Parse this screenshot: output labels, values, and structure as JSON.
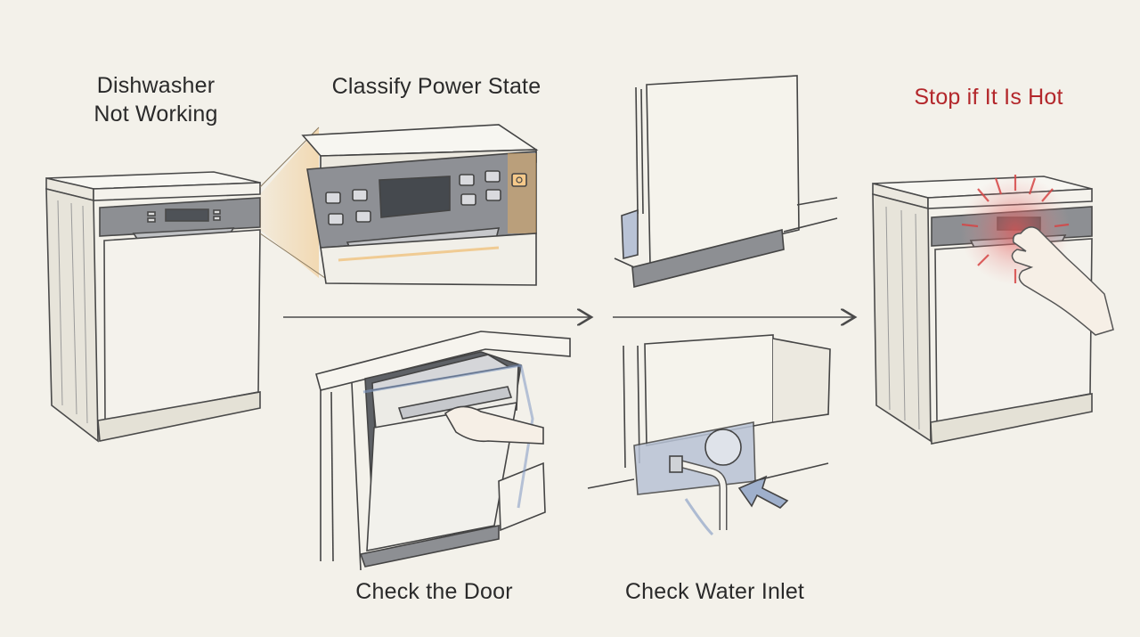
{
  "steps": {
    "start": {
      "line1": "Dishwasher",
      "line2": "Not Working"
    },
    "power": {
      "label": "Classify Power State"
    },
    "door": {
      "label": "Check the Door"
    },
    "water": {
      "label": "Check Water Inlet"
    },
    "hot": {
      "label": "Stop if It Is Hot"
    }
  },
  "colors": {
    "background": "#f3f1ea",
    "ink": "#3a3a3a",
    "warning_red": "#b3272b",
    "highlight_amber": "#f0b25a",
    "blue_outline": "#7f98c2"
  }
}
